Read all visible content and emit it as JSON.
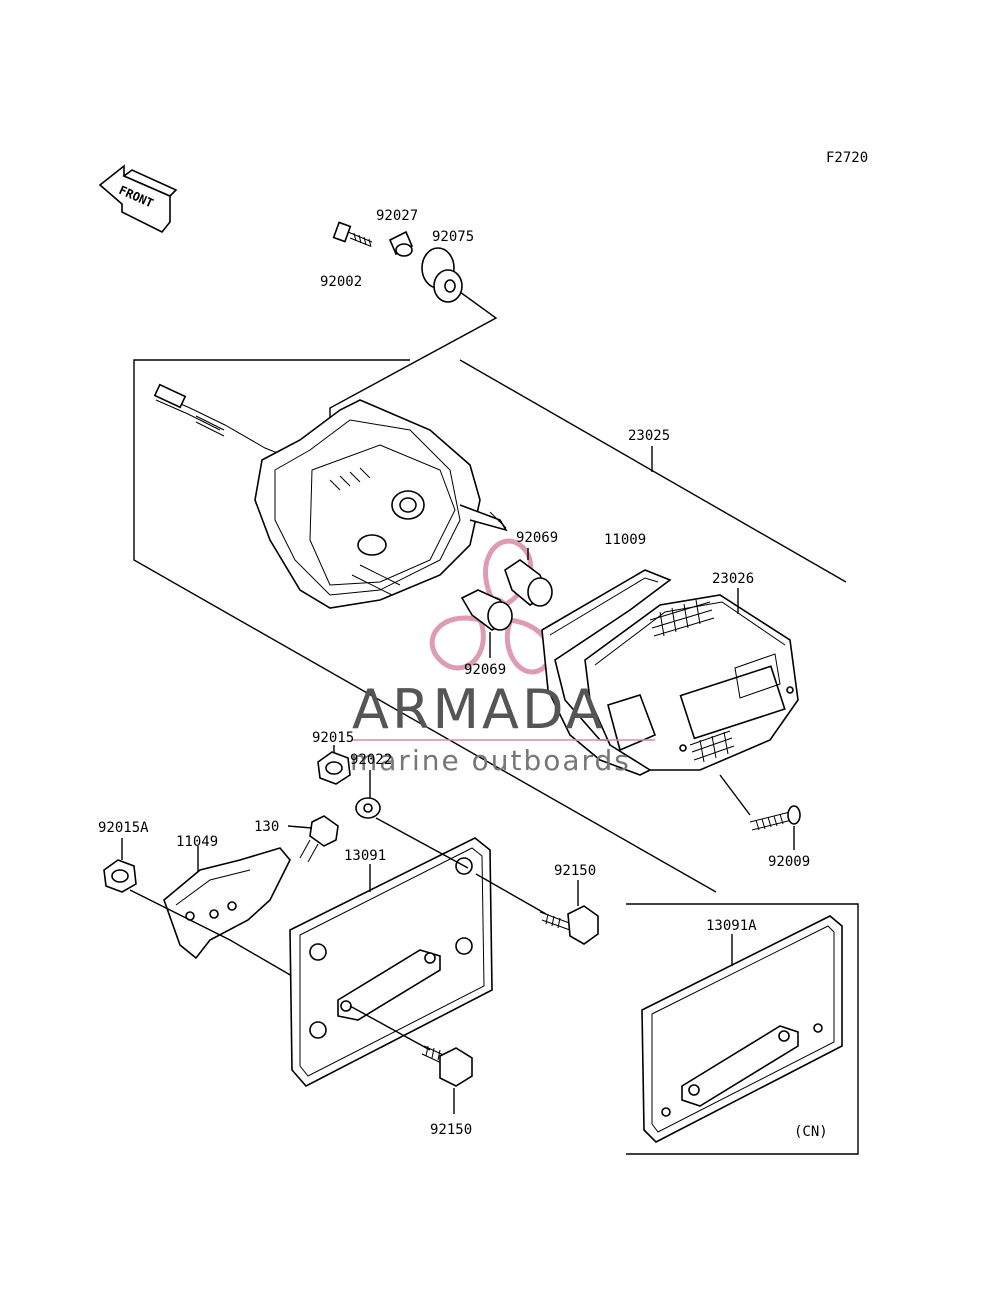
{
  "diagram": {
    "figure_code": "F2720",
    "front_label": "FRONT",
    "variant_label": "(CN)",
    "part_labels": {
      "p92027": "92027",
      "p92075": "92075",
      "p92002": "92002",
      "p23025": "23025",
      "p92069_top": "92069",
      "p11009": "11009",
      "p23026": "23026",
      "p92069_bottom": "92069",
      "p92015": "92015",
      "p92022": "92022",
      "p92015A": "92015A",
      "p11049": "11049",
      "p130": "130",
      "p13091": "13091",
      "p92150_right": "92150",
      "p92009": "92009",
      "p13091A": "13091A",
      "p92150_bottom": "92150"
    }
  },
  "watermark": {
    "brand": "ARMADA",
    "tagline": "marine outboards",
    "logo_color": "#d98aa8",
    "text_color": "#555555"
  }
}
